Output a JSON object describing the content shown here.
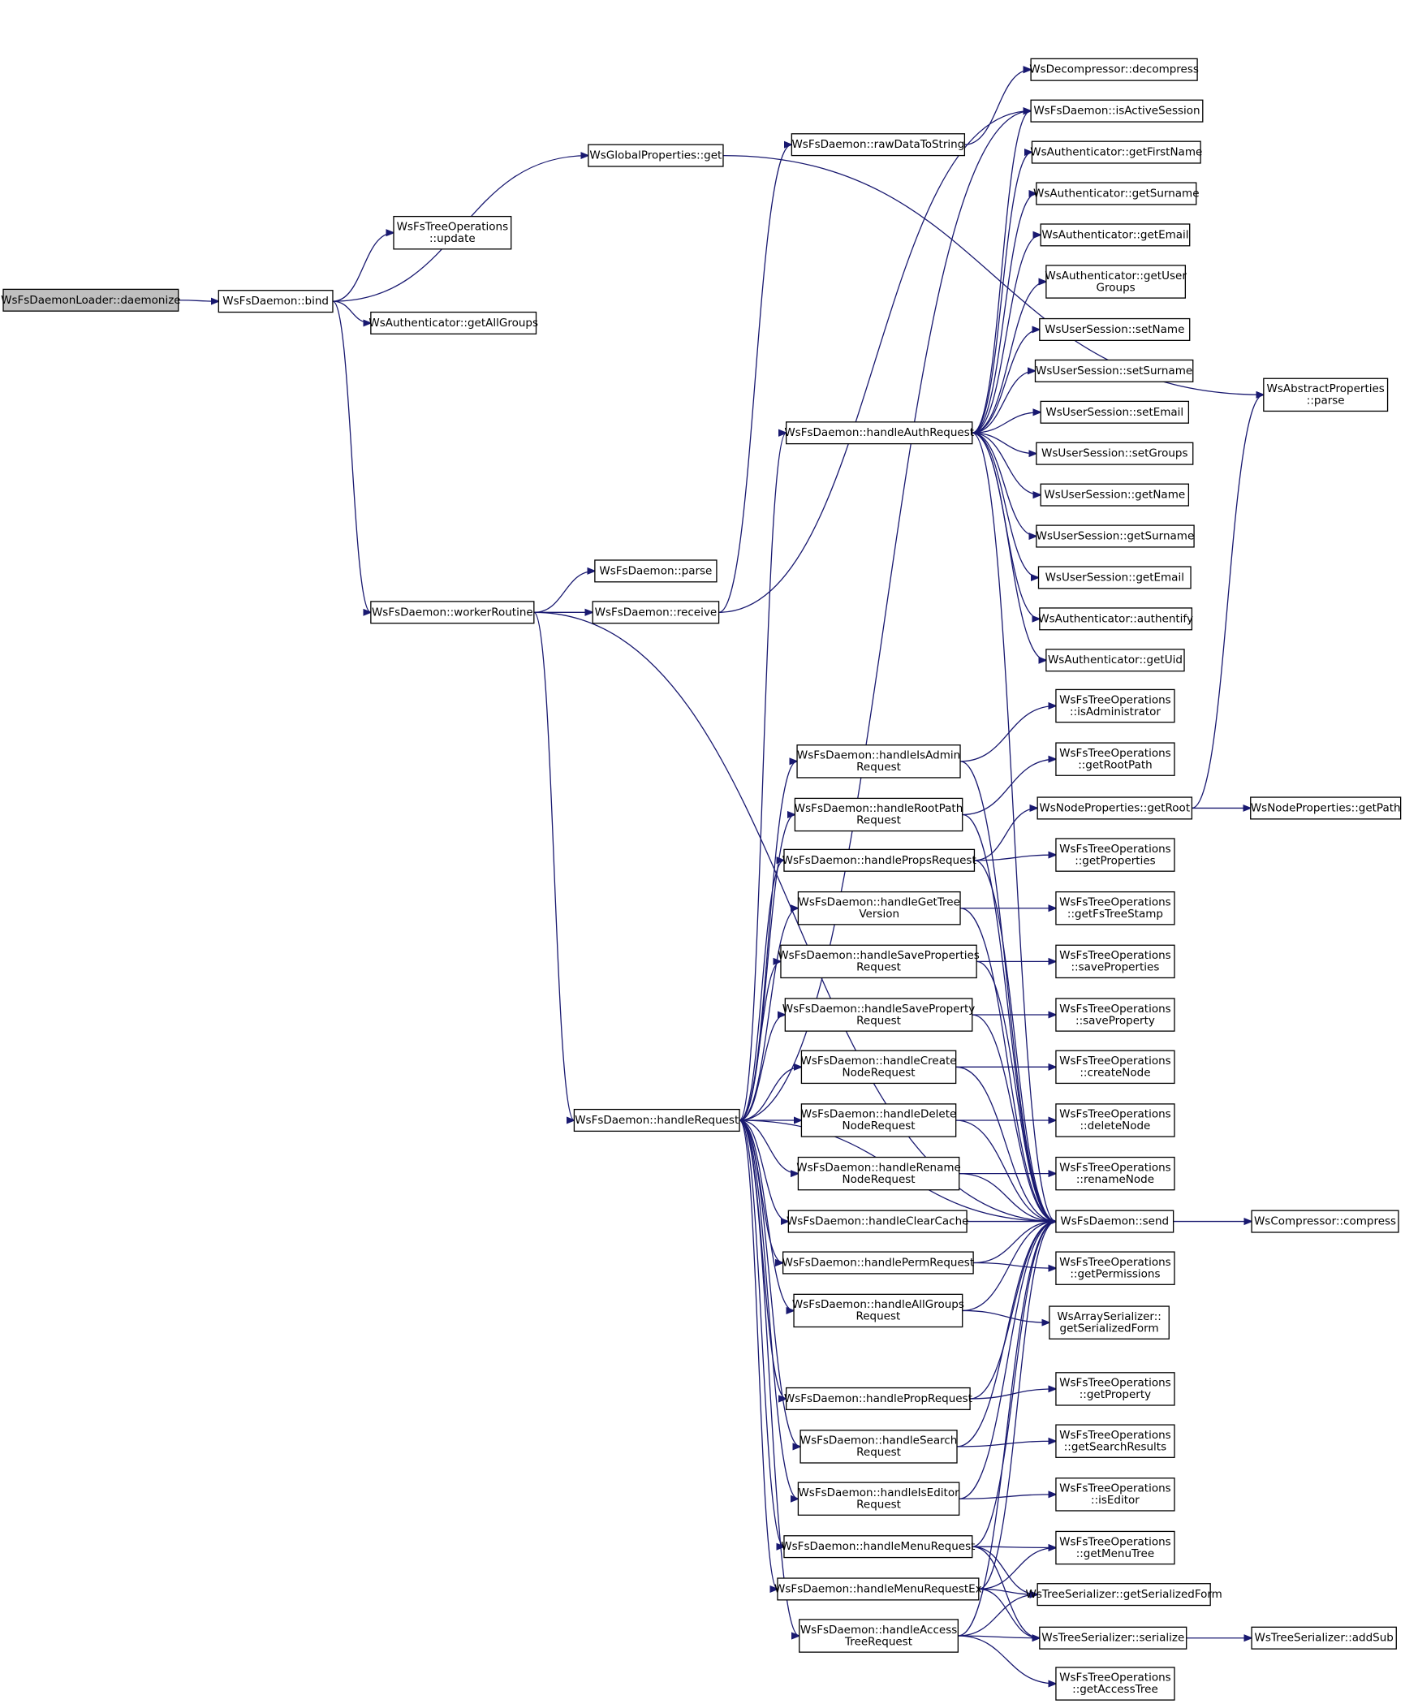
{
  "diagram": {
    "nodes": [
      {
        "id": "daemonize",
        "lines": [
          "WsFsDaemonLoader::daemonize"
        ],
        "root": true
      },
      {
        "id": "bind",
        "lines": [
          "WsFsDaemon::bind"
        ]
      },
      {
        "id": "tree_update",
        "lines": [
          "WsFsTreeOperations",
          "::update"
        ]
      },
      {
        "id": "gp_get",
        "lines": [
          "WsGlobalProperties::get"
        ]
      },
      {
        "id": "getAllGroups",
        "lines": [
          "WsAuthenticator::getAllGroups"
        ]
      },
      {
        "id": "workerRoutine",
        "lines": [
          "WsFsDaemon::workerRoutine"
        ]
      },
      {
        "id": "d_parse",
        "lines": [
          "WsFsDaemon::parse"
        ]
      },
      {
        "id": "d_receive",
        "lines": [
          "WsFsDaemon::receive"
        ]
      },
      {
        "id": "rawDataToString",
        "lines": [
          "WsFsDaemon::rawDataToString"
        ]
      },
      {
        "id": "decompress",
        "lines": [
          "WsDecompressor::decompress"
        ]
      },
      {
        "id": "isActiveSession",
        "lines": [
          "WsFsDaemon::isActiveSession"
        ]
      },
      {
        "id": "getFirstName",
        "lines": [
          "WsAuthenticator::getFirstName"
        ]
      },
      {
        "id": "a_getSurname",
        "lines": [
          "WsAuthenticator::getSurname"
        ]
      },
      {
        "id": "a_getEmail",
        "lines": [
          "WsAuthenticator::getEmail"
        ]
      },
      {
        "id": "getUserGroups",
        "lines": [
          "WsAuthenticator::getUser",
          "Groups"
        ]
      },
      {
        "id": "setName",
        "lines": [
          "WsUserSession::setName"
        ]
      },
      {
        "id": "setSurname",
        "lines": [
          "WsUserSession::setSurname"
        ]
      },
      {
        "id": "setEmail",
        "lines": [
          "WsUserSession::setEmail"
        ]
      },
      {
        "id": "setGroups",
        "lines": [
          "WsUserSession::setGroups"
        ]
      },
      {
        "id": "us_getName",
        "lines": [
          "WsUserSession::getName"
        ]
      },
      {
        "id": "us_getSurname",
        "lines": [
          "WsUserSession::getSurname"
        ]
      },
      {
        "id": "us_getEmail",
        "lines": [
          "WsUserSession::getEmail"
        ]
      },
      {
        "id": "authentify",
        "lines": [
          "WsAuthenticator::authentify"
        ]
      },
      {
        "id": "getUid",
        "lines": [
          "WsAuthenticator::getUid"
        ]
      },
      {
        "id": "abs_parse",
        "lines": [
          "WsAbstractProperties",
          "::parse"
        ]
      },
      {
        "id": "handleAuthRequest",
        "lines": [
          "WsFsDaemon::handleAuthRequest"
        ]
      },
      {
        "id": "handleRequest",
        "lines": [
          "WsFsDaemon::handleRequest"
        ]
      },
      {
        "id": "handleIsAdminRequest",
        "lines": [
          "WsFsDaemon::handleIsAdmin",
          "Request"
        ]
      },
      {
        "id": "isAdministrator",
        "lines": [
          "WsFsTreeOperations",
          "::isAdministrator"
        ]
      },
      {
        "id": "handleRootPathRequest",
        "lines": [
          "WsFsDaemon::handleRootPath",
          "Request"
        ]
      },
      {
        "id": "getRootPath",
        "lines": [
          "WsFsTreeOperations",
          "::getRootPath"
        ]
      },
      {
        "id": "np_getRoot",
        "lines": [
          "WsNodeProperties::getRoot"
        ]
      },
      {
        "id": "np_getPath",
        "lines": [
          "WsNodeProperties::getPath"
        ]
      },
      {
        "id": "handlePropsRequest",
        "lines": [
          "WsFsDaemon::handlePropsRequest"
        ]
      },
      {
        "id": "getProperties",
        "lines": [
          "WsFsTreeOperations",
          "::getProperties"
        ]
      },
      {
        "id": "handleGetTreeVersion",
        "lines": [
          "WsFsDaemon::handleGetTree",
          "Version"
        ]
      },
      {
        "id": "getFsTreeStamp",
        "lines": [
          "WsFsTreeOperations",
          "::getFsTreeStamp"
        ]
      },
      {
        "id": "handleSavePropertiesRequest",
        "lines": [
          "WsFsDaemon::handleSaveProperties",
          "Request"
        ]
      },
      {
        "id": "saveProperties",
        "lines": [
          "WsFsTreeOperations",
          "::saveProperties"
        ]
      },
      {
        "id": "handleSavePropertyRequest",
        "lines": [
          "WsFsDaemon::handleSaveProperty",
          "Request"
        ]
      },
      {
        "id": "saveProperty",
        "lines": [
          "WsFsTreeOperations",
          "::saveProperty"
        ]
      },
      {
        "id": "handleCreateNodeRequest",
        "lines": [
          "WsFsDaemon::handleCreate",
          "NodeRequest"
        ]
      },
      {
        "id": "createNode",
        "lines": [
          "WsFsTreeOperations",
          "::createNode"
        ]
      },
      {
        "id": "handleDeleteNodeRequest",
        "lines": [
          "WsFsDaemon::handleDelete",
          "NodeRequest"
        ]
      },
      {
        "id": "deleteNode",
        "lines": [
          "WsFsTreeOperations",
          "::deleteNode"
        ]
      },
      {
        "id": "handleRenameNodeRequest",
        "lines": [
          "WsFsDaemon::handleRename",
          "NodeRequest"
        ]
      },
      {
        "id": "renameNode",
        "lines": [
          "WsFsTreeOperations",
          "::renameNode"
        ]
      },
      {
        "id": "handleClearCache",
        "lines": [
          "WsFsDaemon::handleClearCache"
        ]
      },
      {
        "id": "d_send",
        "lines": [
          "WsFsDaemon::send"
        ]
      },
      {
        "id": "compress",
        "lines": [
          "WsCompressor::compress"
        ]
      },
      {
        "id": "handlePermRequest",
        "lines": [
          "WsFsDaemon::handlePermRequest"
        ]
      },
      {
        "id": "getPermissions",
        "lines": [
          "WsFsTreeOperations",
          "::getPermissions"
        ]
      },
      {
        "id": "handleAllGroupsRequest",
        "lines": [
          "WsFsDaemon::handleAllGroups",
          "Request"
        ]
      },
      {
        "id": "as_getSerializedForm",
        "lines": [
          "WsArraySerializer::",
          "getSerializedForm"
        ]
      },
      {
        "id": "handlePropRequest",
        "lines": [
          "WsFsDaemon::handlePropRequest"
        ]
      },
      {
        "id": "getProperty",
        "lines": [
          "WsFsTreeOperations",
          "::getProperty"
        ]
      },
      {
        "id": "handleSearchRequest",
        "lines": [
          "WsFsDaemon::handleSearch",
          "Request"
        ]
      },
      {
        "id": "getSearchResults",
        "lines": [
          "WsFsTreeOperations",
          "::getSearchResults"
        ]
      },
      {
        "id": "handleIsEditorRequest",
        "lines": [
          "WsFsDaemon::handleIsEditor",
          "Request"
        ]
      },
      {
        "id": "isEditor",
        "lines": [
          "WsFsTreeOperations",
          "::isEditor"
        ]
      },
      {
        "id": "handleMenuRequest",
        "lines": [
          "WsFsDaemon::handleMenuRequest"
        ]
      },
      {
        "id": "getMenuTree",
        "lines": [
          "WsFsTreeOperations",
          "::getMenuTree"
        ]
      },
      {
        "id": "handleMenuRequestEx",
        "lines": [
          "WsFsDaemon::handleMenuRequestEx"
        ]
      },
      {
        "id": "ts_getSerializedForm",
        "lines": [
          "WsTreeSerializer::getSerializedForm"
        ]
      },
      {
        "id": "handleAccessTreeRequest",
        "lines": [
          "WsFsDaemon::handleAccess",
          "TreeRequest"
        ]
      },
      {
        "id": "ts_serialize",
        "lines": [
          "WsTreeSerializer::serialize"
        ]
      },
      {
        "id": "addSub",
        "lines": [
          "WsTreeSerializer::addSub"
        ]
      },
      {
        "id": "getAccessTree",
        "lines": [
          "WsFsTreeOperations",
          "::getAccessTree"
        ]
      }
    ],
    "edges": [
      [
        "daemonize",
        "bind"
      ],
      [
        "bind",
        "tree_update"
      ],
      [
        "bind",
        "gp_get"
      ],
      [
        "bind",
        "getAllGroups"
      ],
      [
        "bind",
        "workerRoutine"
      ],
      [
        "gp_get",
        "abs_parse"
      ],
      [
        "workerRoutine",
        "d_parse"
      ],
      [
        "workerRoutine",
        "d_receive"
      ],
      [
        "workerRoutine",
        "handleRequest"
      ],
      [
        "workerRoutine",
        "d_send"
      ],
      [
        "d_receive",
        "rawDataToString"
      ],
      [
        "d_receive",
        "isActiveSession"
      ],
      [
        "rawDataToString",
        "decompress"
      ],
      [
        "handleRequest",
        "handleAuthRequest"
      ],
      [
        "handleRequest",
        "isActiveSession"
      ],
      [
        "handleRequest",
        "handleIsAdminRequest"
      ],
      [
        "handleRequest",
        "handleRootPathRequest"
      ],
      [
        "handleRequest",
        "handlePropsRequest"
      ],
      [
        "handleRequest",
        "handleGetTreeVersion"
      ],
      [
        "handleRequest",
        "handleSavePropertiesRequest"
      ],
      [
        "handleRequest",
        "handleSavePropertyRequest"
      ],
      [
        "handleRequest",
        "handleCreateNodeRequest"
      ],
      [
        "handleRequest",
        "handleDeleteNodeRequest"
      ],
      [
        "handleRequest",
        "handleRenameNodeRequest"
      ],
      [
        "handleRequest",
        "handleClearCache"
      ],
      [
        "handleRequest",
        "handlePermRequest"
      ],
      [
        "handleRequest",
        "handleAllGroupsRequest"
      ],
      [
        "handleRequest",
        "handlePropRequest"
      ],
      [
        "handleRequest",
        "handleSearchRequest"
      ],
      [
        "handleRequest",
        "handleIsEditorRequest"
      ],
      [
        "handleRequest",
        "handleMenuRequest"
      ],
      [
        "handleRequest",
        "handleMenuRequestEx"
      ],
      [
        "handleRequest",
        "handleAccessTreeRequest"
      ],
      [
        "handleRequest",
        "d_send"
      ],
      [
        "handleAuthRequest",
        "isActiveSession"
      ],
      [
        "handleAuthRequest",
        "getFirstName"
      ],
      [
        "handleAuthRequest",
        "a_getSurname"
      ],
      [
        "handleAuthRequest",
        "a_getEmail"
      ],
      [
        "handleAuthRequest",
        "getUserGroups"
      ],
      [
        "handleAuthRequest",
        "setName"
      ],
      [
        "handleAuthRequest",
        "setSurname"
      ],
      [
        "handleAuthRequest",
        "setEmail"
      ],
      [
        "handleAuthRequest",
        "setGroups"
      ],
      [
        "handleAuthRequest",
        "us_getName"
      ],
      [
        "handleAuthRequest",
        "us_getSurname"
      ],
      [
        "handleAuthRequest",
        "us_getEmail"
      ],
      [
        "handleAuthRequest",
        "authentify"
      ],
      [
        "handleAuthRequest",
        "getUid"
      ],
      [
        "handleAuthRequest",
        "d_send"
      ],
      [
        "handleIsAdminRequest",
        "isAdministrator"
      ],
      [
        "handleIsAdminRequest",
        "d_send"
      ],
      [
        "handleRootPathRequest",
        "getRootPath"
      ],
      [
        "handleRootPathRequest",
        "d_send"
      ],
      [
        "handlePropsRequest",
        "np_getRoot"
      ],
      [
        "handlePropsRequest",
        "getProperties"
      ],
      [
        "handlePropsRequest",
        "d_send"
      ],
      [
        "np_getRoot",
        "np_getPath"
      ],
      [
        "np_getRoot",
        "abs_parse"
      ],
      [
        "handleGetTreeVersion",
        "getFsTreeStamp"
      ],
      [
        "handleGetTreeVersion",
        "d_send"
      ],
      [
        "handleSavePropertiesRequest",
        "saveProperties"
      ],
      [
        "handleSavePropertiesRequest",
        "d_send"
      ],
      [
        "handleSavePropertyRequest",
        "saveProperty"
      ],
      [
        "handleSavePropertyRequest",
        "d_send"
      ],
      [
        "handleCreateNodeRequest",
        "createNode"
      ],
      [
        "handleCreateNodeRequest",
        "d_send"
      ],
      [
        "handleDeleteNodeRequest",
        "deleteNode"
      ],
      [
        "handleDeleteNodeRequest",
        "d_send"
      ],
      [
        "handleRenameNodeRequest",
        "renameNode"
      ],
      [
        "handleRenameNodeRequest",
        "d_send"
      ],
      [
        "handleClearCache",
        "d_send"
      ],
      [
        "d_send",
        "compress"
      ],
      [
        "handlePermRequest",
        "getPermissions"
      ],
      [
        "handlePermRequest",
        "d_send"
      ],
      [
        "handleAllGroupsRequest",
        "as_getSerializedForm"
      ],
      [
        "handleAllGroupsRequest",
        "d_send"
      ],
      [
        "handlePropRequest",
        "getProperty"
      ],
      [
        "handlePropRequest",
        "d_send"
      ],
      [
        "handleSearchRequest",
        "getSearchResults"
      ],
      [
        "handleSearchRequest",
        "d_send"
      ],
      [
        "handleIsEditorRequest",
        "isEditor"
      ],
      [
        "handleIsEditorRequest",
        "d_send"
      ],
      [
        "handleMenuRequest",
        "getMenuTree"
      ],
      [
        "handleMenuRequest",
        "ts_getSerializedForm"
      ],
      [
        "handleMenuRequest",
        "ts_serialize"
      ],
      [
        "handleMenuRequest",
        "d_send"
      ],
      [
        "handleMenuRequestEx",
        "getMenuTree"
      ],
      [
        "handleMenuRequestEx",
        "ts_getSerializedForm"
      ],
      [
        "handleMenuRequestEx",
        "ts_serialize"
      ],
      [
        "handleMenuRequestEx",
        "d_send"
      ],
      [
        "handleAccessTreeRequest",
        "ts_getSerializedForm"
      ],
      [
        "handleAccessTreeRequest",
        "ts_serialize"
      ],
      [
        "handleAccessTreeRequest",
        "getAccessTree"
      ],
      [
        "handleAccessTreeRequest",
        "d_send"
      ],
      [
        "ts_serialize",
        "addSub"
      ]
    ]
  }
}
